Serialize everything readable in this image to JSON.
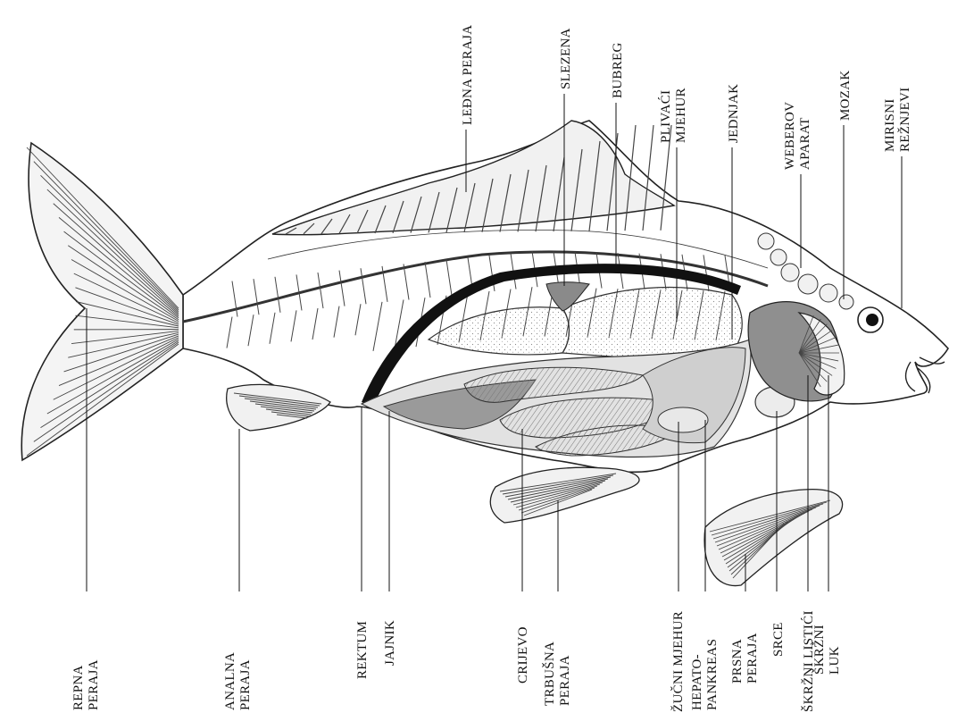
{
  "labels": {
    "repna_peraja": [
      "REPNA",
      "PERAJA"
    ],
    "analna_peraja": [
      "ANALNA",
      "PERAJA"
    ],
    "rektum": "REKTUM",
    "jajnik": "JAJNIK",
    "crijevo": "CRIJEVO",
    "trbusna_peraja": [
      "TRBUŠNA",
      "PERAJA"
    ],
    "zucni_mjehur": "ŽUČNI MJEHUR",
    "hepatopankreas": [
      "HEPATO-",
      "PANKREAS"
    ],
    "prsna_peraja": [
      "PRSNA",
      "PERAJA"
    ],
    "srce": "SRCE",
    "skrzni_listici": "ŠKRŽNI LISTIĆI",
    "skrzni_luk": [
      "ŠKRŽNI",
      "LUK"
    ],
    "ledna_peraja": "LEĐNA PERAJA",
    "slezena": "SLEZENA",
    "bubreg": "BUBREG",
    "plivaci_mjehur": [
      "PLIVAĆI",
      "MJEHUR"
    ],
    "jednjak": "JEDNJAK",
    "weberov_aparat": [
      "WEBEROV",
      "APARAT"
    ],
    "mozak": "MOZAK",
    "mirisni_reznjevi": [
      "MIRISNI",
      "REŽNJEVI"
    ]
  },
  "colors": {
    "outline": "#222222",
    "organ_fill": "#d6d6d6",
    "dark_organ": "#9a9a9a",
    "kidney": "#111111"
  }
}
